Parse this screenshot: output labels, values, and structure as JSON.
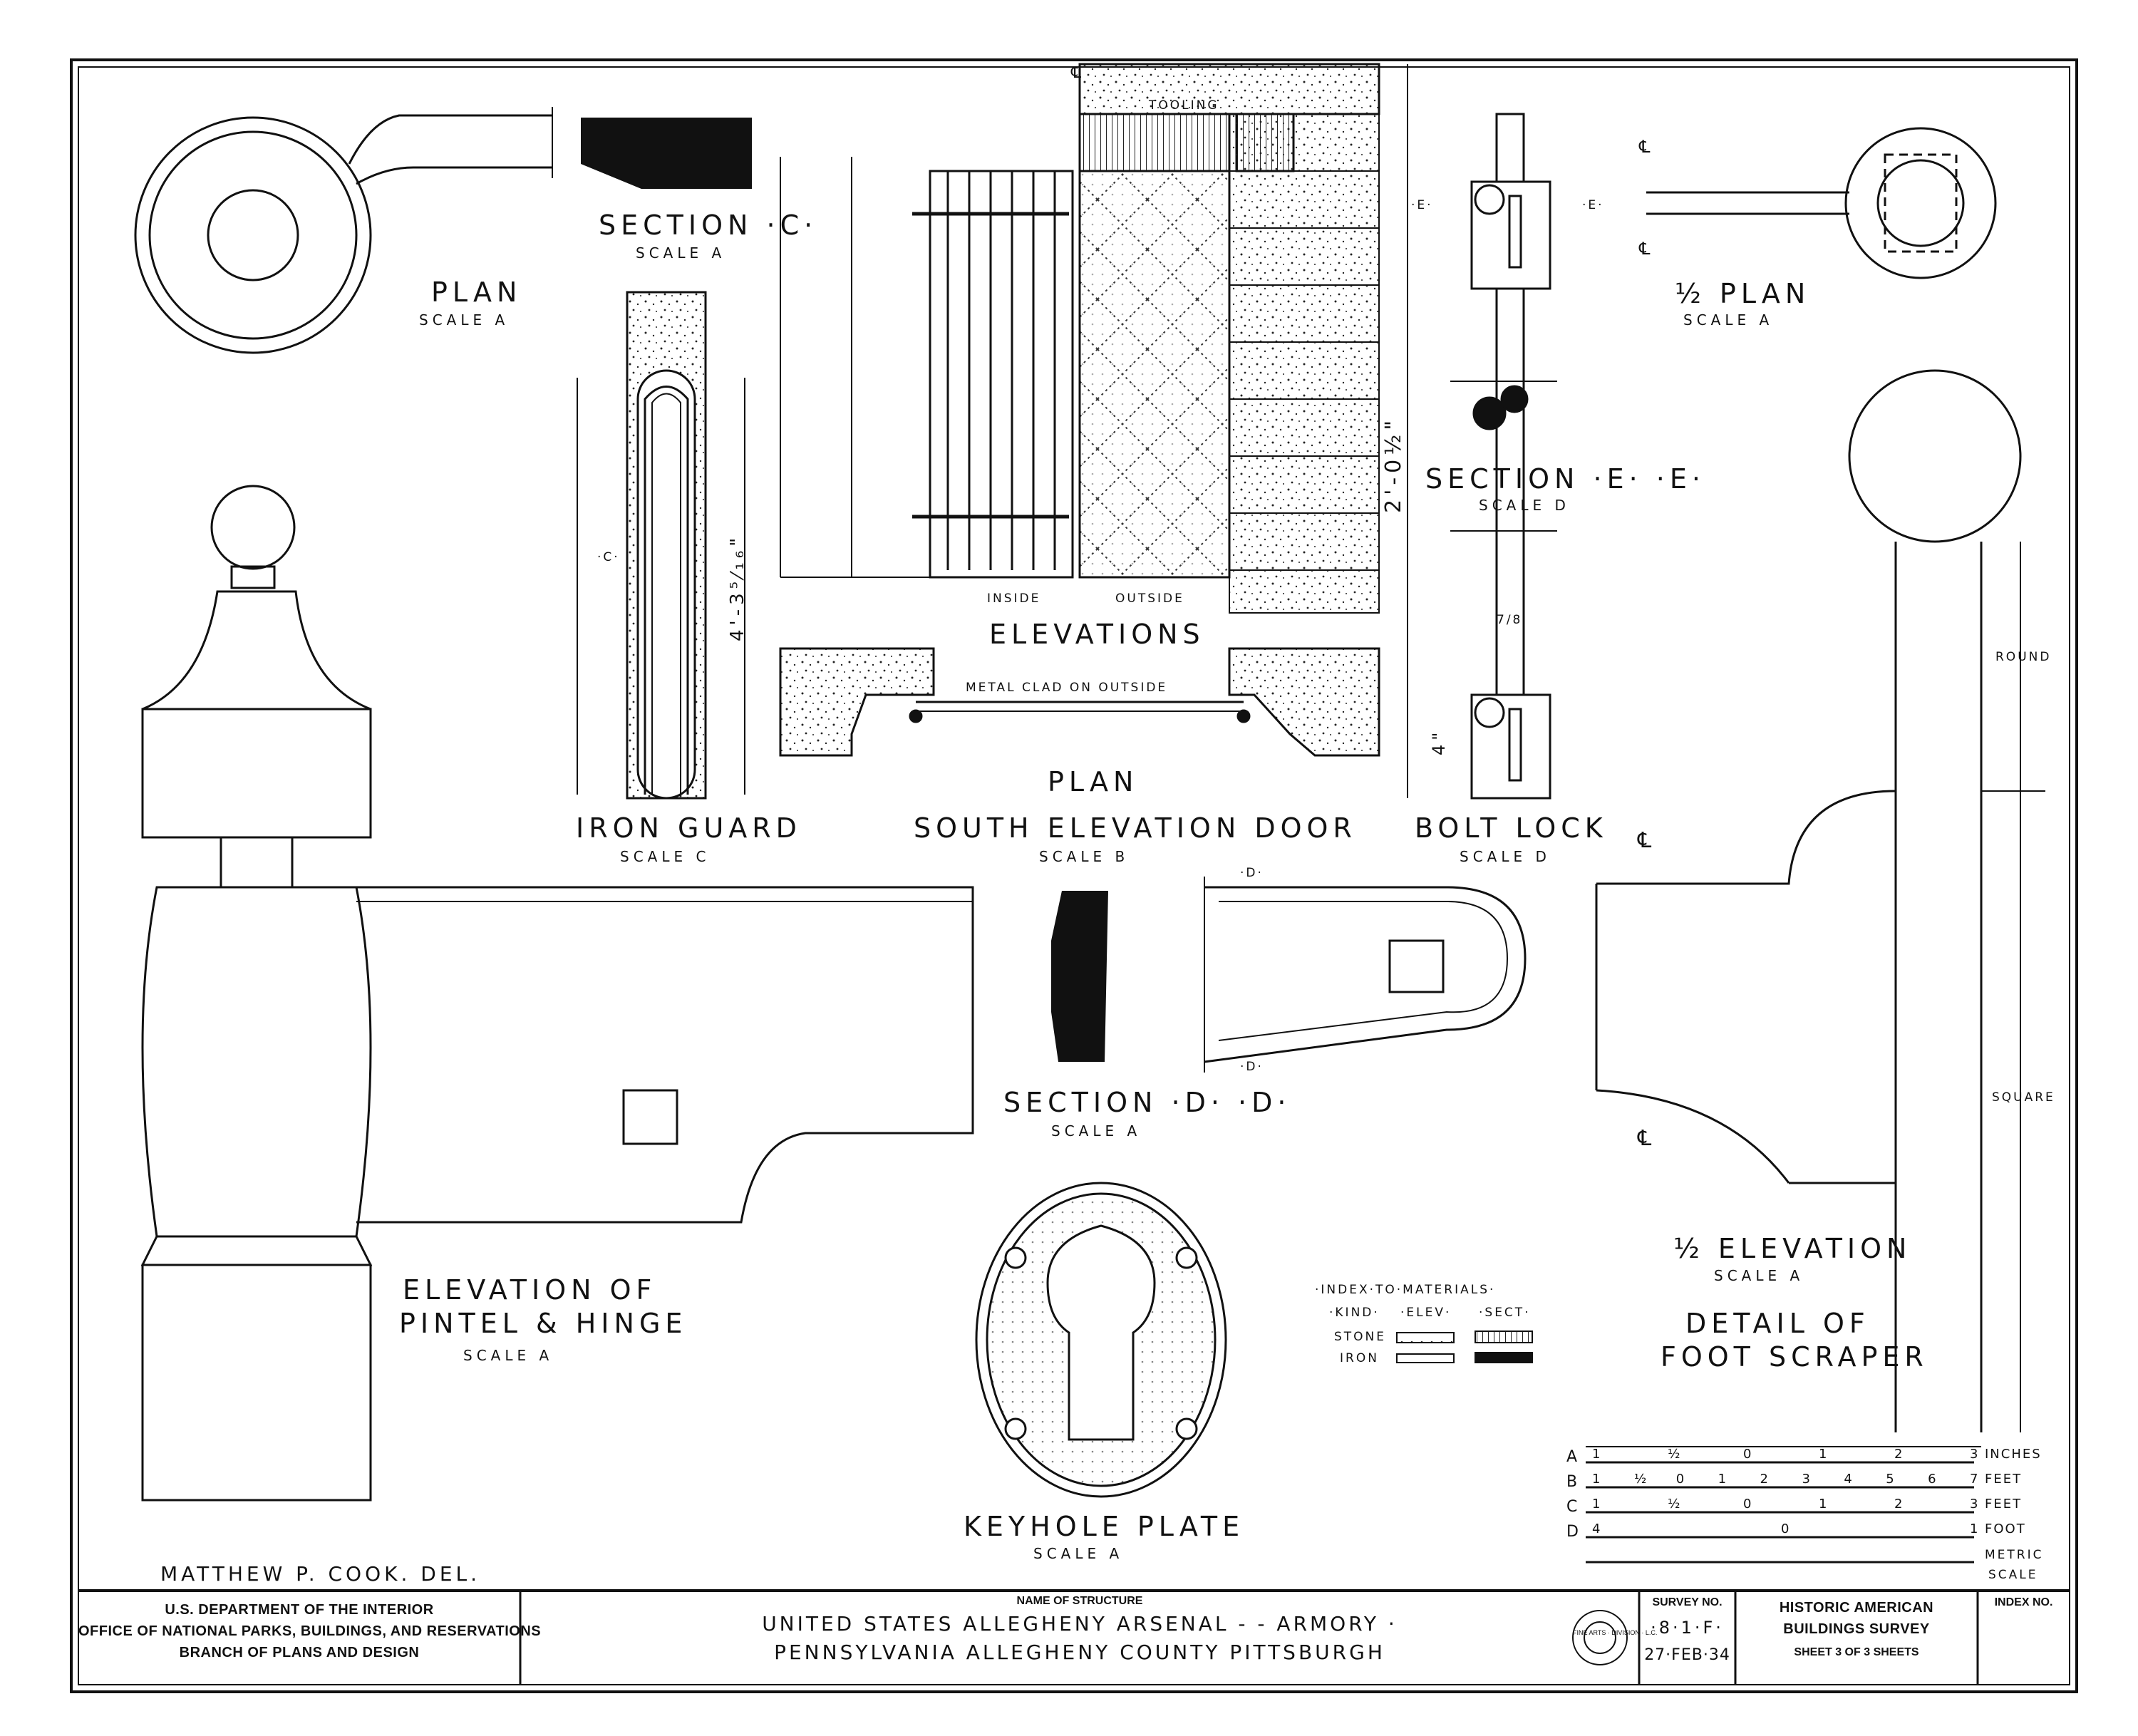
{
  "drawing_labels": {
    "plan_pintel": {
      "title": "PLAN",
      "scale": "SCALE A"
    },
    "section_c": {
      "title": "SECTION ·C·",
      "scale": "SCALE A"
    },
    "iron_guard": {
      "title": "IRON GUARD",
      "scale": "SCALE C"
    },
    "elevations": {
      "title": "ELEVATIONS"
    },
    "door_plan": {
      "title": "PLAN"
    },
    "south_elevation_door": {
      "title": "SOUTH ELEVATION DOOR",
      "scale": "SCALE B"
    },
    "section_ee": {
      "title": "SECTION ·E· ·E·",
      "scale": "SCALE D"
    },
    "bolt_lock": {
      "title": "BOLT LOCK",
      "scale": "SCALE D"
    },
    "half_plan": {
      "title": "½ PLAN",
      "scale": "SCALE A"
    },
    "section_dd": {
      "title": "SECTION ·D· ·D·",
      "scale": "SCALE A"
    },
    "pintel_hinge": {
      "title_line1": "ELEVATION OF",
      "title_line2": "PINTEL & HINGE",
      "scale": "SCALE A"
    },
    "keyhole_plate": {
      "title": "KEYHOLE PLATE",
      "scale": "SCALE A"
    },
    "half_elevation": {
      "title": "½ ELEVATION",
      "scale": "SCALE A"
    },
    "foot_scraper": {
      "title_line1": "DETAIL OF",
      "title_line2": "FOOT SCRAPER"
    }
  },
  "annotations": {
    "tooling": "TOOLING",
    "inside": "INSIDE",
    "outside": "OUTSIDE",
    "metal_clad": "METAL CLAD ON OUTSIDE",
    "dim_door_height": "2'-0½\"",
    "dim_guard_height": "4'-3⁵⁄₁₆\"",
    "dim_bolt_width": "7/8",
    "dim_bolt_small": "4\"",
    "round": "ROUND",
    "square": "SQUARE",
    "marker_c": "·C·",
    "marker_e": "·E·",
    "marker_d": "·D·",
    "centerline": "℄"
  },
  "materials_index": {
    "title": "·INDEX·TO·MATERIALS·",
    "columns": [
      "·KIND·",
      "·ELEV·",
      "·SECT·"
    ],
    "rows": [
      {
        "kind": "STONE"
      },
      {
        "kind": "IRON"
      }
    ]
  },
  "scales": {
    "rows": [
      {
        "id": "A",
        "unit": "INCHES",
        "ticks": [
          "1",
          "½",
          "0",
          "1",
          "2",
          "3"
        ]
      },
      {
        "id": "B",
        "unit": "FEET",
        "ticks": [
          "1",
          "½",
          "0",
          "1",
          "2",
          "3",
          "4",
          "5",
          "6",
          "7"
        ]
      },
      {
        "id": "C",
        "unit": "FEET",
        "ticks": [
          "1",
          "½",
          "0",
          "1",
          "2",
          "3"
        ]
      },
      {
        "id": "D",
        "unit": "FOOT",
        "ticks": [
          "4",
          "0",
          "1"
        ]
      }
    ],
    "metric_label_1": "METRIC",
    "metric_label_2": "SCALE"
  },
  "delineator": "MATTHEW P. COOK. DEL.",
  "title_block": {
    "agency_line1": "U.S. DEPARTMENT OF THE INTERIOR",
    "agency_line2": "OFFICE OF NATIONAL PARKS, BUILDINGS, AND RESERVATIONS",
    "agency_line3": "BRANCH OF PLANS AND DESIGN",
    "name_header": "NAME OF STRUCTURE",
    "structure_line1": "UNITED STATES ALLEGHENY ARSENAL -    - ARMORY ·",
    "structure_line2": "PENNSYLVANIA ALLEGHENY COUNTY PITTSBURGH",
    "stamp_text": "FINE ARTS · DIVISION · L.C.",
    "survey_header": "SURVEY NO.",
    "survey_no": "·8·1·F·",
    "date": "27·FEB·34",
    "habs_line1": "HISTORIC AMERICAN",
    "habs_line2": "BUILDINGS SURVEY",
    "sheet_text": "SHEET 3 OF 3 SHEETS",
    "index_header": "INDEX NO."
  }
}
